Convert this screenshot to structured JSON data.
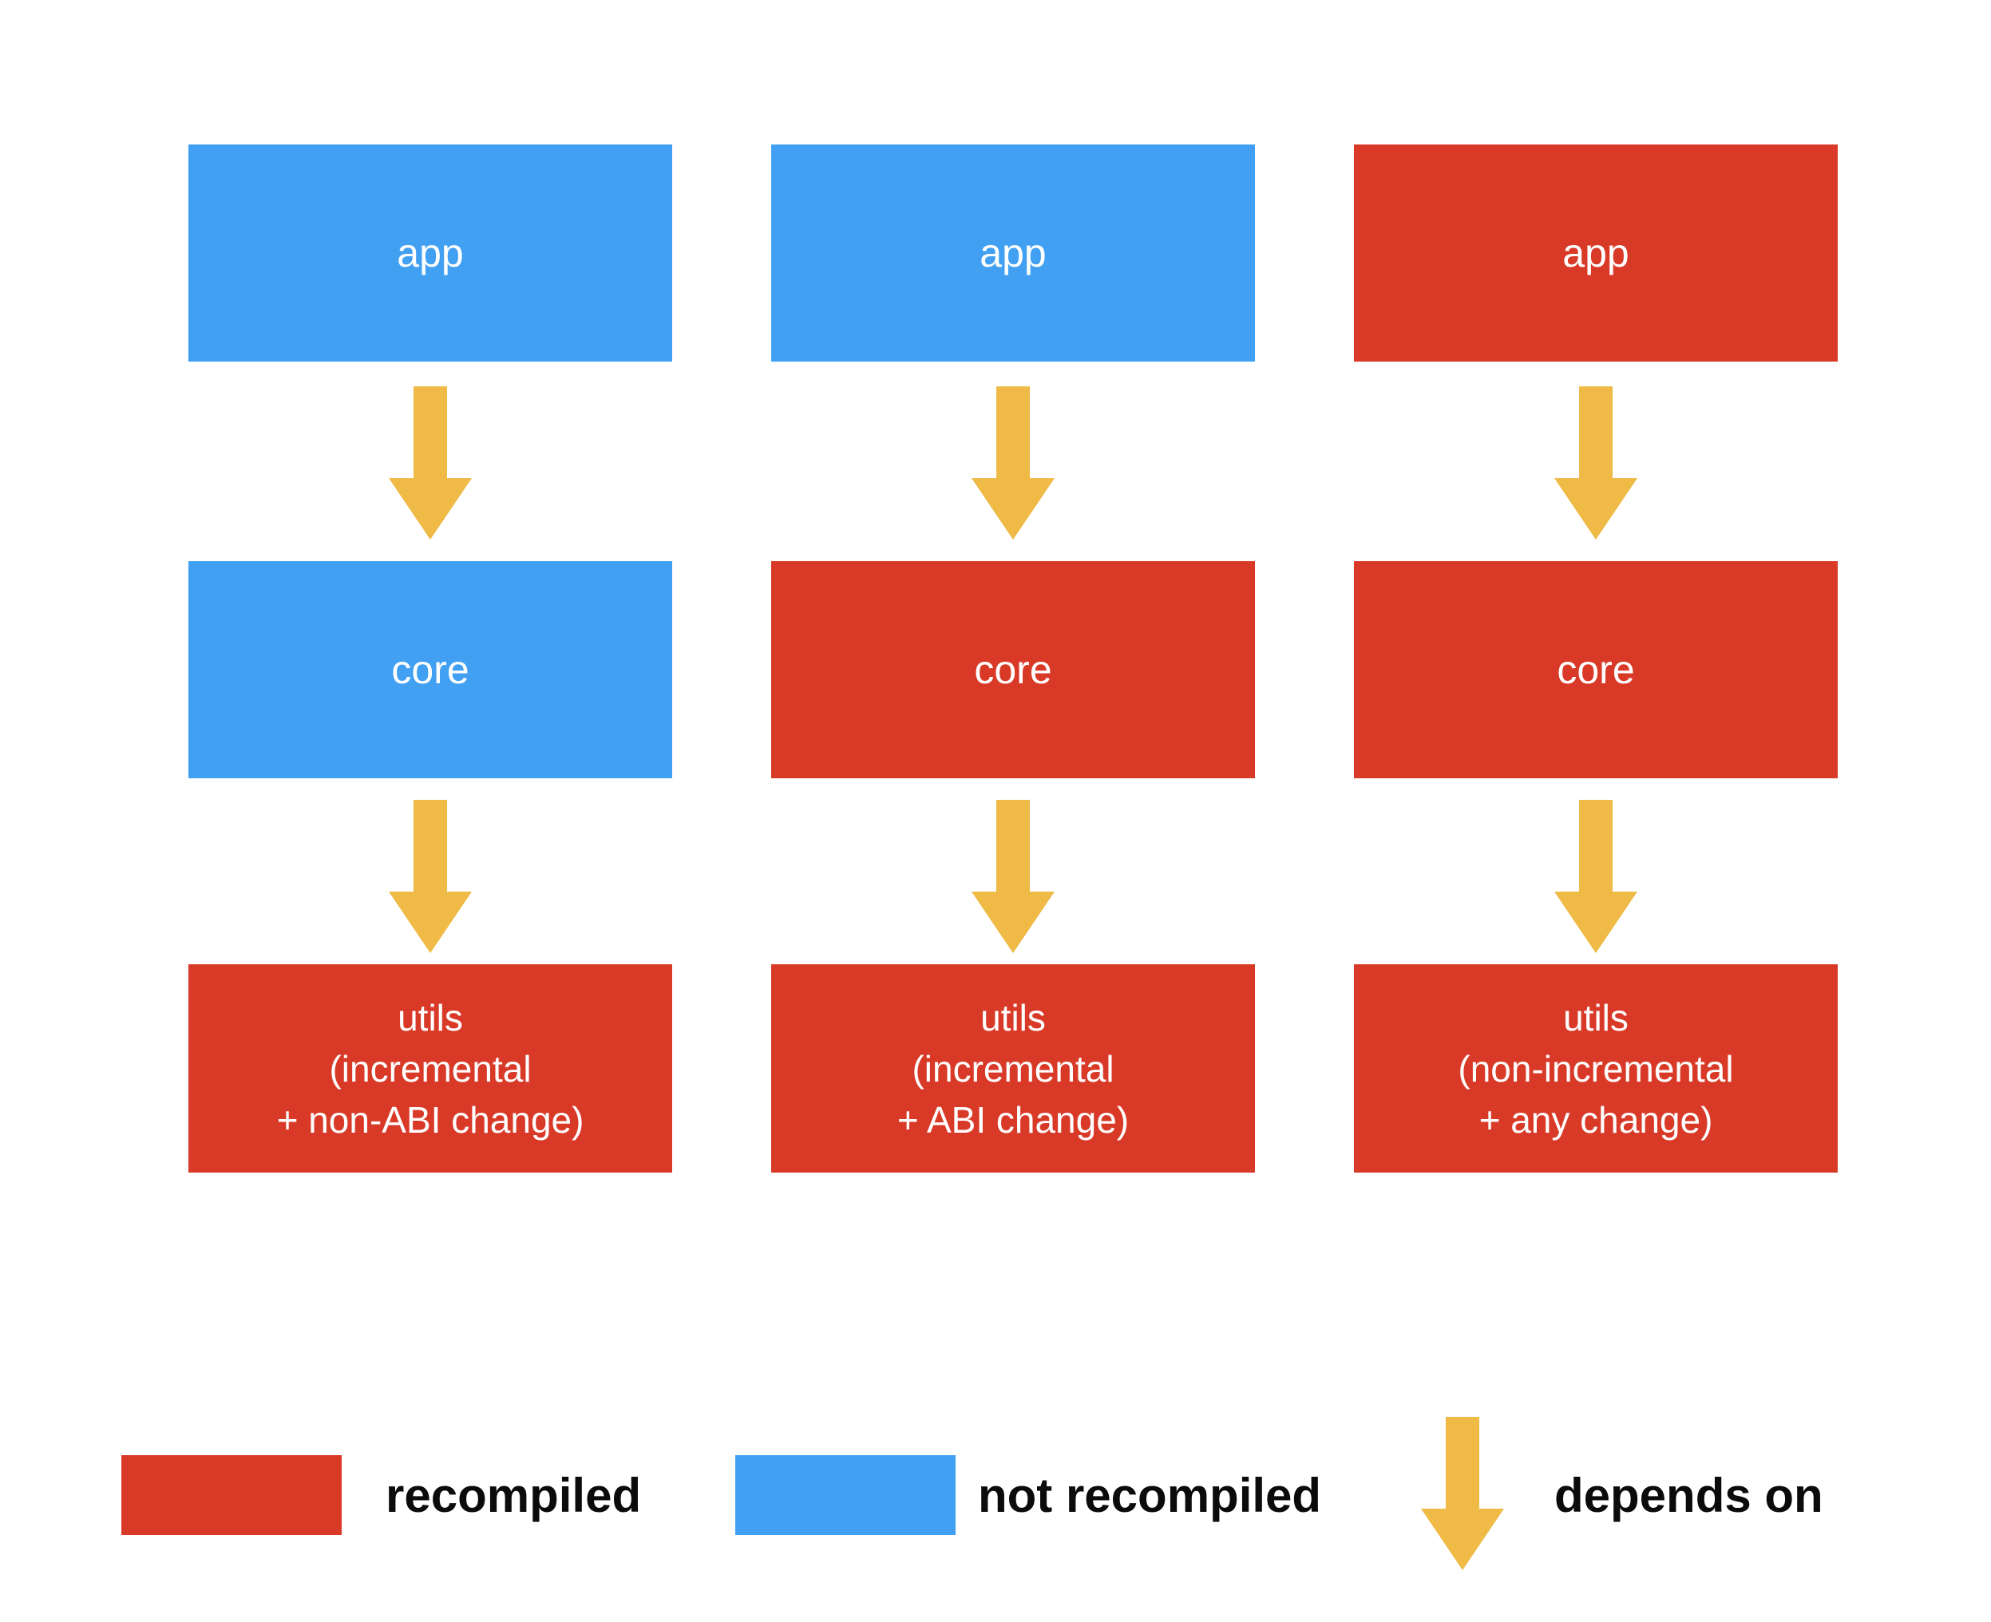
{
  "diagram": {
    "columns": [
      {
        "name": "incremental-non-abi-change",
        "nodes": [
          {
            "id": "app",
            "state": "not_recompiled",
            "lines": [
              "app"
            ]
          },
          {
            "id": "core",
            "state": "not_recompiled",
            "lines": [
              "core"
            ]
          },
          {
            "id": "utils",
            "state": "recompiled",
            "lines": [
              "utils",
              "(incremental",
              "+ non-ABI change)"
            ]
          }
        ]
      },
      {
        "name": "incremental-abi-change",
        "nodes": [
          {
            "id": "app",
            "state": "not_recompiled",
            "lines": [
              "app"
            ]
          },
          {
            "id": "core",
            "state": "recompiled",
            "lines": [
              "core"
            ]
          },
          {
            "id": "utils",
            "state": "recompiled",
            "lines": [
              "utils",
              "(incremental",
              "+ ABI change)"
            ]
          }
        ]
      },
      {
        "name": "non-incremental-any-change",
        "nodes": [
          {
            "id": "app",
            "state": "recompiled",
            "lines": [
              "app"
            ]
          },
          {
            "id": "core",
            "state": "recompiled",
            "lines": [
              "core"
            ]
          },
          {
            "id": "utils",
            "state": "recompiled",
            "lines": [
              "utils",
              "(non-incremental",
              "+ any change)"
            ]
          }
        ]
      }
    ]
  },
  "legend": {
    "items": [
      {
        "label": "recompiled",
        "state": "recompiled"
      },
      {
        "label": "not recompiled",
        "state": "not_recompiled"
      },
      {
        "label": "depends on",
        "state": "arrow"
      }
    ]
  },
  "colors": {
    "recompiled": "#d93a28",
    "not_recompiled": "#42a0f2",
    "arrow": "#efba45"
  }
}
